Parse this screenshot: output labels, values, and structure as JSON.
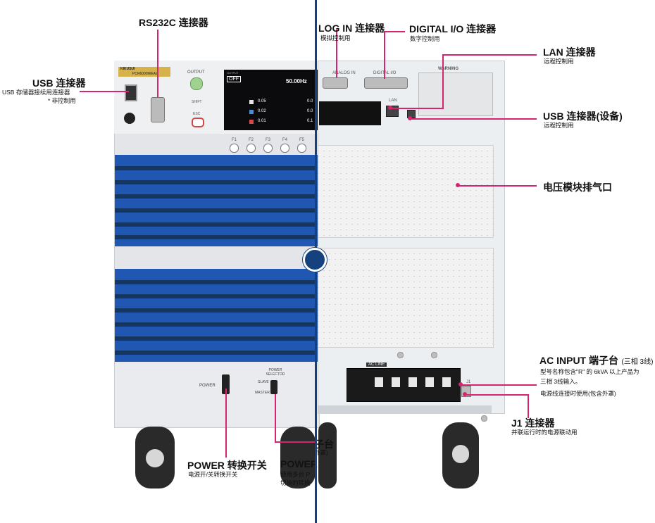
{
  "callouts": {
    "rs232c": {
      "title": "RS232C 连接器"
    },
    "analog_in": {
      "title": "LOG IN 连接器",
      "sub": "模拟控制用"
    },
    "digital_io": {
      "title": "DIGITAL I/O 连接器",
      "sub": "数字控制用"
    },
    "lan": {
      "title": "LAN 连接器",
      "sub": "远程控制用"
    },
    "usb_front": {
      "title": "USB 连接器",
      "sub1": "USB 存储器接续用连接器",
      "sub2": "* 非控制用"
    },
    "usb_device": {
      "title": "USB 连接器(设备)",
      "sub": "远程控制用"
    },
    "exhaust": {
      "title": "电压模块排气口"
    },
    "ac_input": {
      "title": "AC INPUT 端子台",
      "title_suffix": "(三相 3线)",
      "sub1": "型号名称包含\"R\" 的 6kVA 以上产品为",
      "sub2": "三相 3线输入。",
      "sub3": "电源线连接时使用(包含外罩)"
    },
    "j1": {
      "title": "J1 连接器",
      "sub": "并联运行时的电源联动用"
    },
    "power_switch": {
      "title": "POWER 转换开关",
      "sub": "电源开/关转换开关"
    },
    "power_selector": {
      "title": "POWER",
      "sub1": "使用多台 P",
      "sub2": "切换的转换"
    },
    "cut_terminal": {
      "title": "子台",
      "sub": "外罩)"
    }
  },
  "panel": {
    "brand": "KIKUSUI",
    "model": "PCR6000WEA2",
    "output_label": "OUTPUT",
    "shift_label": "SHIFT",
    "esc_label": "ESC",
    "lcd_status": "OFF",
    "lcd_output_label": "OUTPUT",
    "lcd_freq": "50.00Hz",
    "lcd_v1": "0.05",
    "lcd_v2": "0.02",
    "lcd_v3": "0.01",
    "lcd_r1": "0.0",
    "lcd_r2": "0.0",
    "lcd_r3": "0.1",
    "fkeys": [
      "F1",
      "F2",
      "F3",
      "F4",
      "F5"
    ],
    "power_label": "POWER",
    "selector_label": "POWER SELECTOR",
    "selector_slave": "SLAVE",
    "selector_master": "MASTER"
  },
  "rear": {
    "analog_label": "ANALOG IN",
    "digital_label": "DIGITAL I/O",
    "lan_label": "LAN",
    "warning_label": "WARNING",
    "ac_line_label": "AC LINE",
    "j1_label": "J1"
  },
  "colors": {
    "accent": "#d6246e",
    "divider": "#15427e",
    "louver": "#1f57b3"
  }
}
